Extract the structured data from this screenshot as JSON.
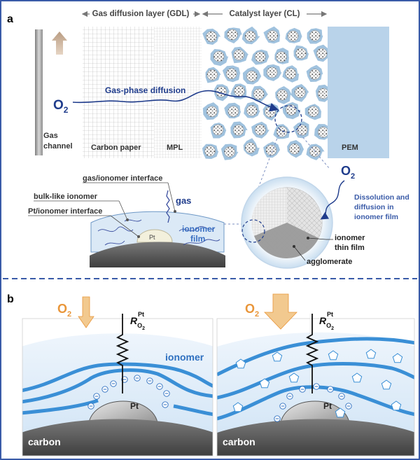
{
  "panel_a": {
    "letter": "a",
    "gdl_label": "Gas diffusion layer (GDL)",
    "cl_label": "Catalyst layer (CL)",
    "o2_main": "O",
    "o2_sub": "2",
    "gas_phase_diffusion": "Gas-phase diffusion",
    "gas_channel_1": "Gas",
    "gas_channel_2": "channel",
    "carbon_paper": "Carbon paper",
    "mpl": "MPL",
    "pem": "PEM",
    "inset_left": {
      "gas_ionomer_interface": "gas/ionomer interface",
      "bulk_like_ionomer": "bulk-like ionomer",
      "pt_ionomer_interface": "Pt/ionomer interface",
      "gas": "gas",
      "pt": "Pt",
      "ionomer_film_1": "ionomer",
      "ionomer_film_2": "film"
    },
    "inset_right": {
      "o2_main": "O",
      "o2_sub": "2",
      "dissolution_1": "Dissolution and",
      "dissolution_2": "diffusion in",
      "dissolution_3": "ionomer film",
      "ionomer_thin_1": "ionomer",
      "ionomer_thin_2": "thin film",
      "agglomerate": "agglomerate"
    }
  },
  "panel_b": {
    "letter": "b",
    "left": {
      "o2_main": "O",
      "o2_sub": "2",
      "r_main": "R",
      "r_sub": "O",
      "r_sub2": "2",
      "r_sup": "Pt",
      "ionomer": "ionomer",
      "pt": "Pt",
      "carbon": "carbon"
    },
    "right": {
      "o2_main": "O",
      "o2_sub": "2",
      "r_main": "R",
      "r_sub": "O",
      "r_sub2": "2",
      "r_sup": "Pt",
      "pt": "Pt",
      "carbon": "carbon"
    }
  },
  "colors": {
    "frame": "#3a5ba8",
    "navy": "#1f3c8c",
    "orange": "#e9963a",
    "ionomer_blue": "#3a8fd6",
    "pem_blue": "#b9d3ea"
  }
}
